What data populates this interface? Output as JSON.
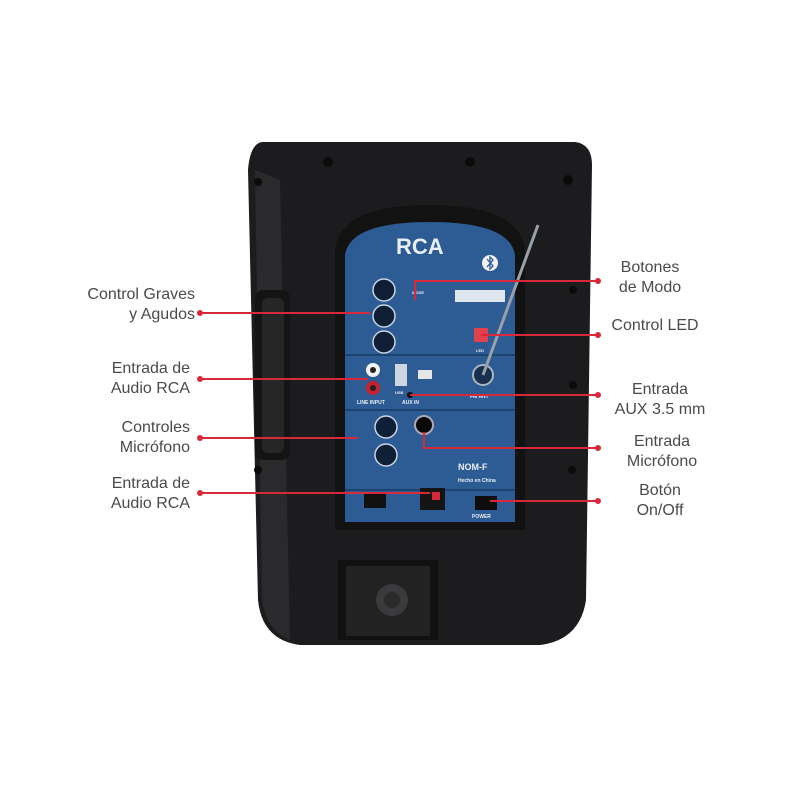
{
  "labels": {
    "bass_treble": [
      "Control Graves",
      "y Agudos"
    ],
    "rca_input_1": [
      "Entrada de",
      "Audio RCA"
    ],
    "mic_controls": [
      "Controles",
      "Micrófono"
    ],
    "rca_input_2": [
      "Entrada de",
      "Audio RCA"
    ],
    "mode_buttons": [
      "Botones",
      "de Modo"
    ],
    "led_control": [
      "Control LED"
    ],
    "aux_input": [
      "Entrada",
      "AUX 3.5 mm"
    ],
    "mic_input": [
      "Entrada",
      "Micrófono"
    ],
    "power_button": [
      "Botón",
      "On/Off"
    ]
  },
  "panel": {
    "brand": "RCA",
    "line_input": "LINE INPUT",
    "aux_in": "AUX IN",
    "fm_ant": "FM ANT",
    "usb": "USB",
    "power": "POWER",
    "made_in": "Hecho en China",
    "nom": "NOM-F",
    "led": "LED",
    "mode": "MODE"
  },
  "colors": {
    "accent_line": "#d8283a",
    "panel": "#2d5b93",
    "body": "#1d1d1f",
    "label_text": "#4a4a4a"
  }
}
